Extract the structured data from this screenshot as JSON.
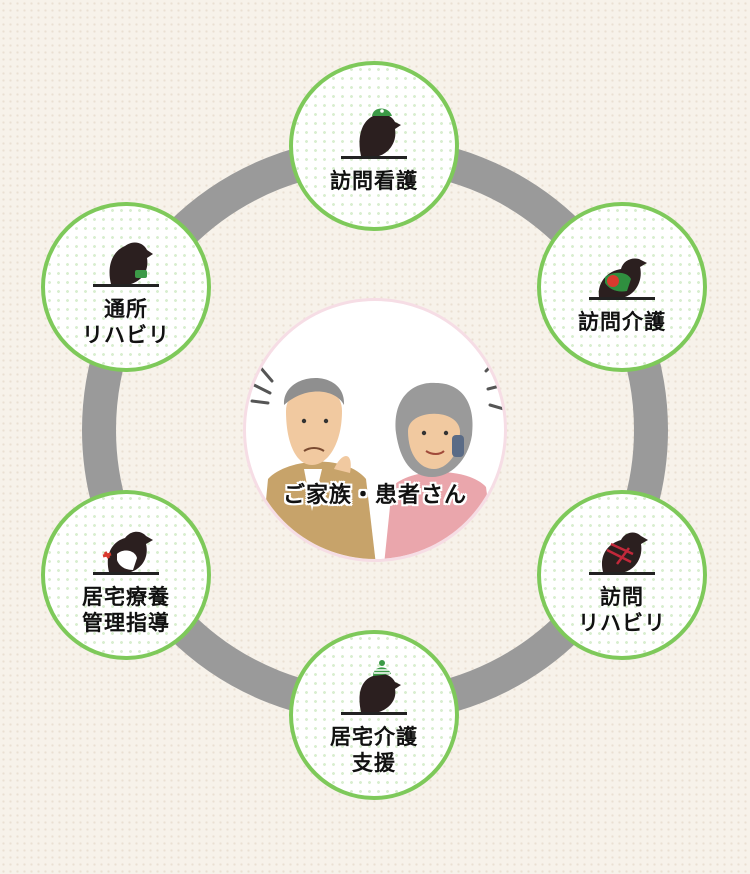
{
  "center": {
    "label": "ご家族・患者さん"
  },
  "services": [
    {
      "id": "home-nursing",
      "label": "訪問看護",
      "mascot": "mole-green-helmet-icon"
    },
    {
      "id": "home-care",
      "label": "訪問介護",
      "mascot": "mole-red-scarf-icon"
    },
    {
      "id": "home-rehab",
      "label": "訪問\nリハビリ",
      "mascot": "mole-red-harness-icon"
    },
    {
      "id": "care-support",
      "label": "居宅介護\n支援",
      "mascot": "mole-striped-hat-icon"
    },
    {
      "id": "care-guidance",
      "label": "居宅療養\n管理指導",
      "mascot": "mole-white-bib-icon"
    },
    {
      "id": "daycare-rehab",
      "label": "通所\nリハビリ",
      "mascot": "mole-green-pack-icon"
    }
  ],
  "colors": {
    "ring": "#9a9a9a",
    "node_border": "#7ec95a",
    "center_border": "#f6dde5",
    "background": "#f7f2ea"
  }
}
